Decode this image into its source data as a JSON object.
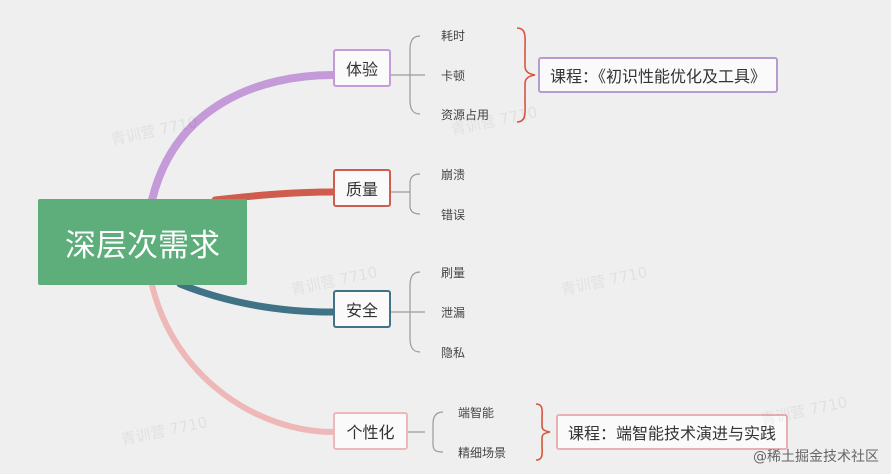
{
  "root": {
    "label": "深层次需求"
  },
  "branches": [
    {
      "label": "体验",
      "color": "#c49ad9",
      "leaves": [
        "耗时",
        "卡顿",
        "资源占用"
      ]
    },
    {
      "label": "质量",
      "color": "#cf5c4c",
      "leaves": [
        "崩溃",
        "错误"
      ]
    },
    {
      "label": "安全",
      "color": "#3f7385",
      "leaves": [
        "刷量",
        "泄漏",
        "隐私"
      ]
    },
    {
      "label": "个性化",
      "color": "#efb8b8",
      "leaves": [
        "端智能",
        "精细场景"
      ]
    }
  ],
  "courses": [
    "课程：《初识性能优化及工具》",
    "课程：端智能技术演进与实践"
  ],
  "watermark": "青训营 7710",
  "credit": "@稀土掘金技术社区"
}
